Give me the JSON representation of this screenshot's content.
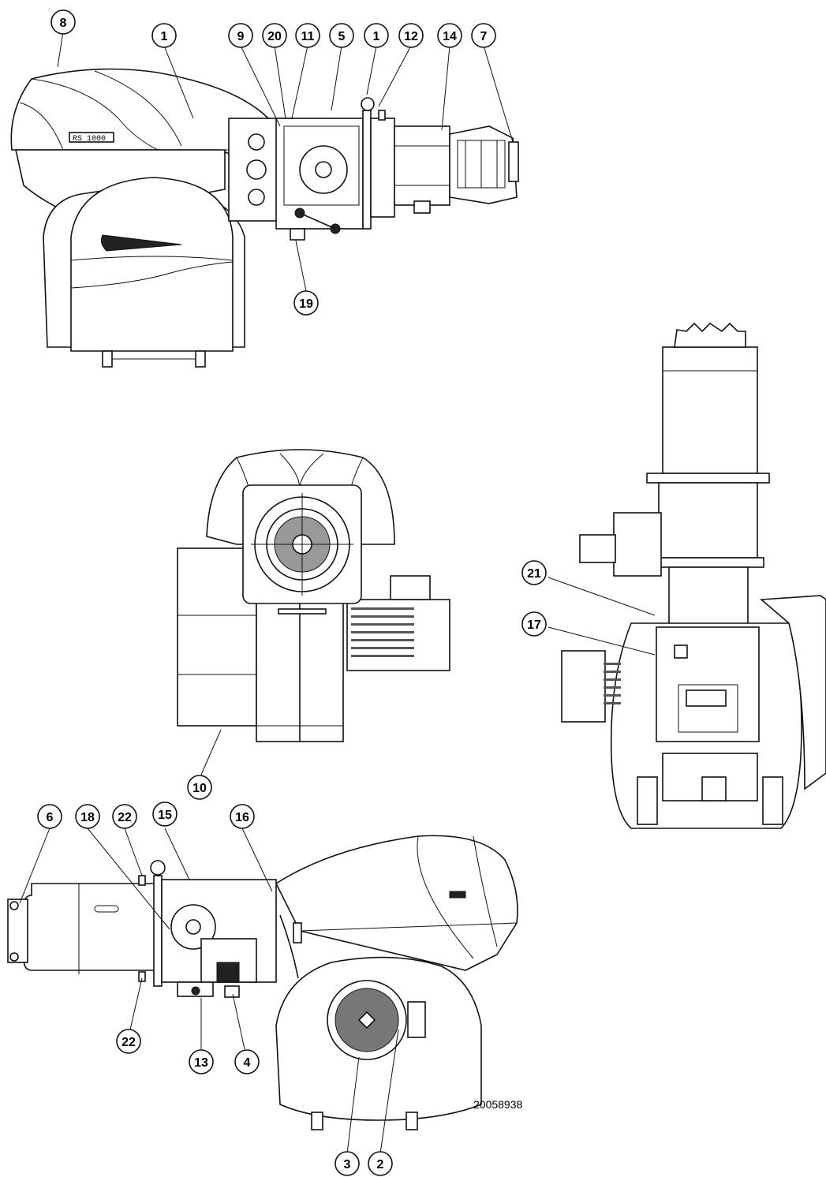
{
  "document_code": "20058938",
  "nameplate_text": "RS 1000",
  "callouts": [
    {
      "id": "c1",
      "label": "8"
    },
    {
      "id": "c2",
      "label": "1"
    },
    {
      "id": "c3",
      "label": "9"
    },
    {
      "id": "c4",
      "label": "20"
    },
    {
      "id": "c5",
      "label": "11"
    },
    {
      "id": "c6",
      "label": "5"
    },
    {
      "id": "c7",
      "label": "1"
    },
    {
      "id": "c8",
      "label": "12"
    },
    {
      "id": "c9",
      "label": "14"
    },
    {
      "id": "c10",
      "label": "7"
    },
    {
      "id": "c11",
      "label": "19"
    },
    {
      "id": "c12",
      "label": "21"
    },
    {
      "id": "c13",
      "label": "17"
    },
    {
      "id": "c14",
      "label": "10"
    },
    {
      "id": "c15",
      "label": "6"
    },
    {
      "id": "c16",
      "label": "18"
    },
    {
      "id": "c17",
      "label": "22"
    },
    {
      "id": "c18",
      "label": "15"
    },
    {
      "id": "c19",
      "label": "16"
    },
    {
      "id": "c20",
      "label": "22"
    },
    {
      "id": "c21",
      "label": "13"
    },
    {
      "id": "c22",
      "label": "4"
    },
    {
      "id": "c23",
      "label": "3"
    },
    {
      "id": "c24",
      "label": "2"
    }
  ]
}
